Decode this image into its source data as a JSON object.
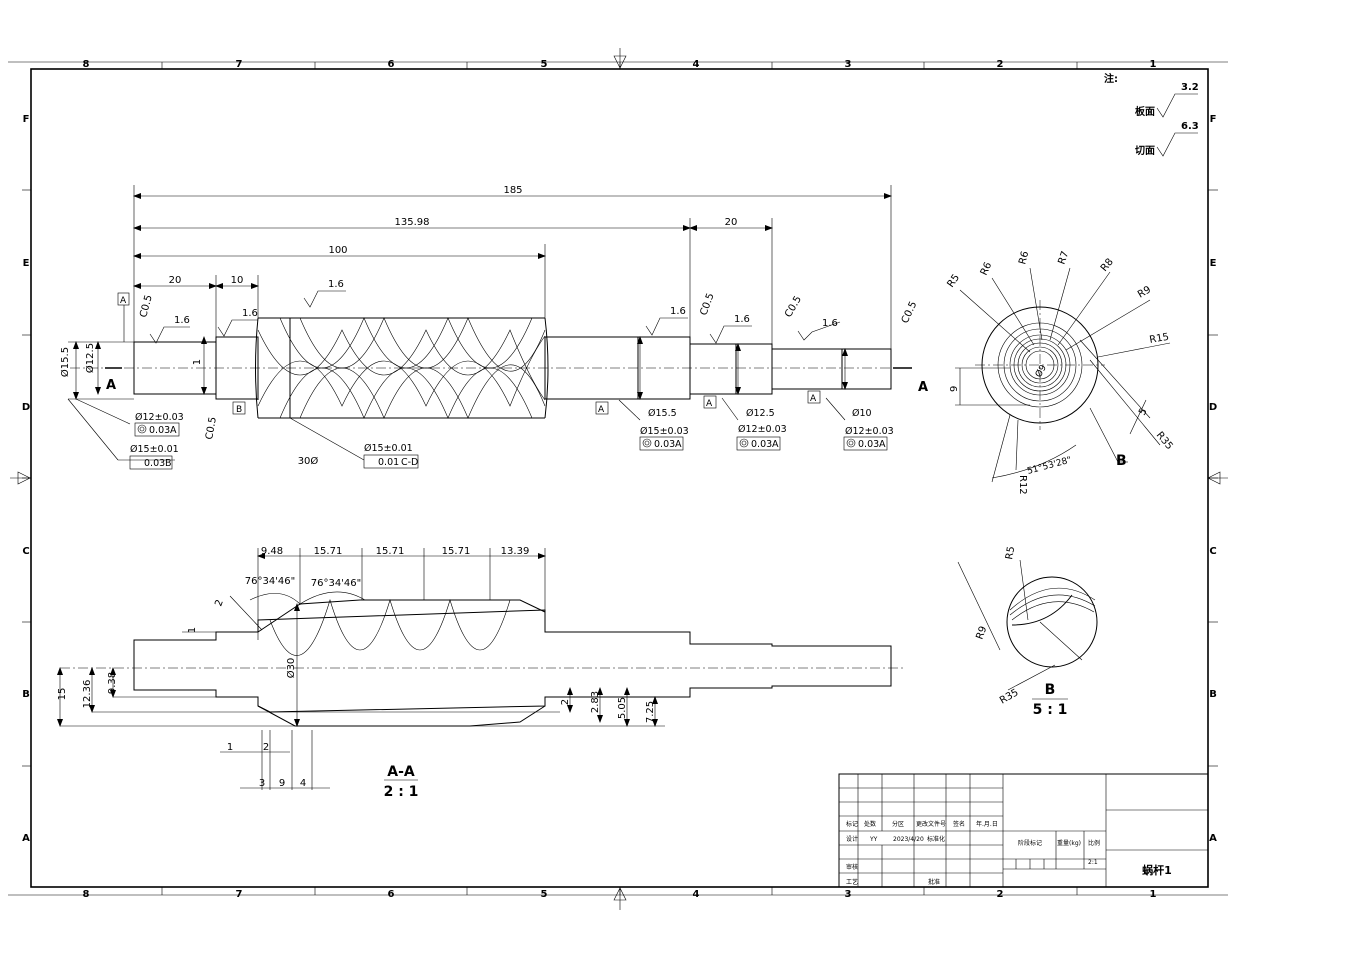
{
  "sheet": {
    "col_zones": [
      "8",
      "7",
      "6",
      "5",
      "4",
      "3",
      "2",
      "1"
    ],
    "row_zones": [
      "F",
      "E",
      "D",
      "C",
      "B",
      "A"
    ]
  },
  "notes": {
    "title": "注:",
    "rough1_value": "3.2",
    "rough1_label": "板面",
    "rough2_value": "6.3",
    "rough2_label": "切面"
  },
  "main_view": {
    "dims": {
      "overall": "185",
      "d135": "135.98",
      "d100": "100",
      "d20a": "20",
      "d10": "10",
      "d20b": "20",
      "dia155": "Ø15.5",
      "dia125": "Ø12.5",
      "d1": "1",
      "r30": "30Ø"
    },
    "chamfers": [
      "C0.5",
      "C0.5",
      "C0.5",
      "C0.5",
      "C0.5"
    ],
    "roughness": [
      "1.6",
      "1.6",
      "1.6",
      "1.6",
      "1.6",
      "1.6"
    ],
    "section_labels": {
      "left": "A",
      "right": "A"
    },
    "datums": {
      "a": "A",
      "b": "B"
    },
    "callouts": {
      "c1_dim": "Ø12±0.03",
      "c1_tol": "0.03",
      "c1_ref": "A",
      "c2_dim": "Ø15±0.01",
      "c2_tol": "0.03",
      "c2_ref": "B",
      "c3_dim": "Ø15±0.01",
      "c3_tol": "0.01",
      "c3_ref": "C-D",
      "c4_dim": "Ø15.5",
      "c5_dim": "Ø15±0.03",
      "c5_tol": "0.03",
      "c5_ref": "A",
      "c6_dim": "Ø12.5",
      "c7_dim": "Ø12±0.03",
      "c7_tol": "0.03",
      "c7_ref": "A",
      "c8_dim": "Ø10",
      "c9_dim": "Ø12±0.03",
      "c9_tol": "0.03",
      "c9_ref": "A"
    }
  },
  "end_view": {
    "radii": [
      "R5",
      "R6",
      "R6",
      "R7",
      "R8",
      "R9",
      "R15",
      "R35",
      "R12"
    ],
    "dims": {
      "d9": "9",
      "dia9": "Ø9",
      "d5": "5",
      "angle": "51°53'28\""
    },
    "detail_label": "B"
  },
  "section_view": {
    "pitches": [
      "9.48",
      "15.71",
      "15.71",
      "15.71",
      "13.39"
    ],
    "angles": [
      "76°34'46\"",
      "76°34'46\""
    ],
    "dims": {
      "d2": "2",
      "d1a": "1",
      "d30": "Ø30",
      "d15": "15",
      "d1236": "12.36",
      "d938": "9.38",
      "d2b": "2",
      "d283": "2.83",
      "d505": "5.05",
      "d725": "7.25",
      "b1": "1",
      "b2": "2",
      "b3": "3",
      "b9": "9",
      "b4": "4"
    },
    "title": "A-A",
    "scale": "2 : 1"
  },
  "detail_view": {
    "radii": [
      "R5",
      "R9",
      "R35"
    ],
    "title": "B",
    "scale": "5 : 1"
  },
  "title_block": {
    "row_labels": [
      "标记",
      "处数",
      "分区",
      "更改文件号",
      "签名",
      "年.月.日"
    ],
    "design": "设计",
    "designer": "YY",
    "date": "2023/4/20",
    "standard": "标准化",
    "sign": "签名",
    "stage": "阶段标记",
    "weight": "重量(kg)",
    "scale_label": "比例",
    "scale_value": "2:1",
    "check": "审核",
    "process": "工艺",
    "approve": "批准",
    "part_name": "蜗杆1"
  }
}
